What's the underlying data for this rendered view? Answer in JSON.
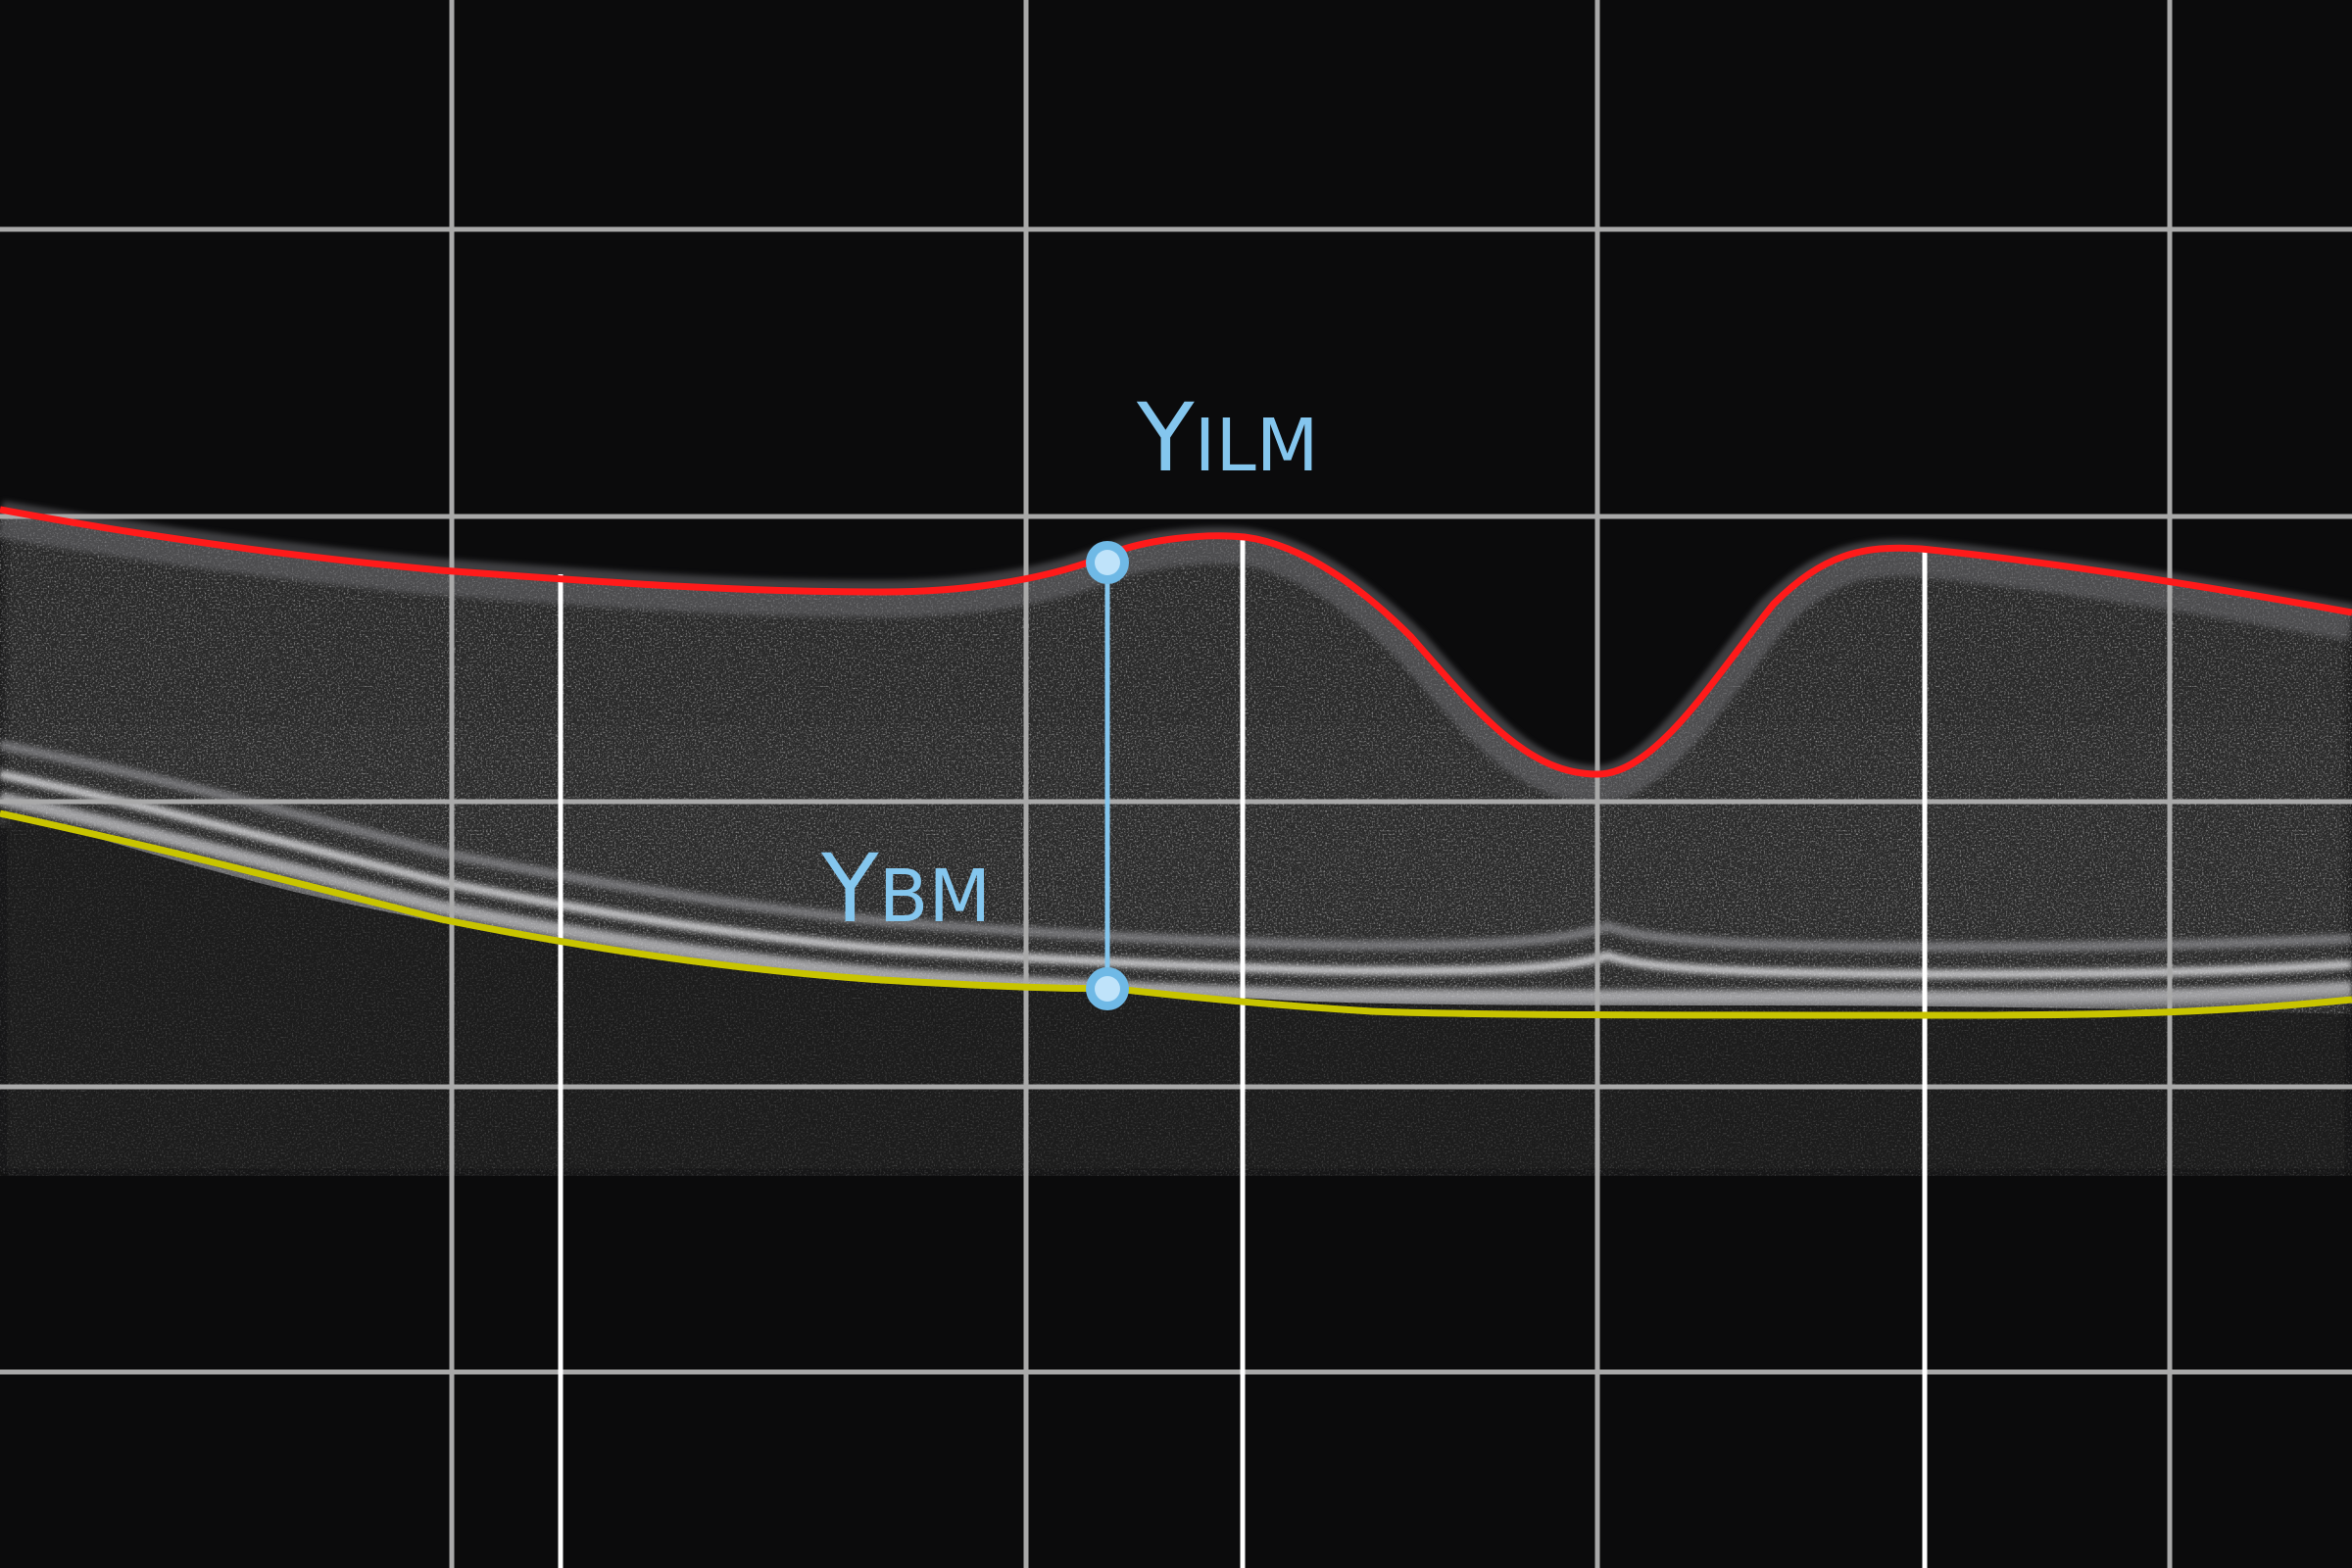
{
  "labels": {
    "ilm": {
      "letter": "Y",
      "subscript": "ILM"
    },
    "bm": {
      "letter": "Y",
      "subscript": "BM"
    }
  },
  "colors": {
    "background": "#0b0b0c",
    "grid_gray": "#a9a9a9",
    "grid_white": "#ffffff",
    "ilm_boundary": "#ff1a1a",
    "bm_boundary": "#c8c400",
    "measurement": "#84c6ee",
    "marker_fill": "#bfe3fa",
    "marker_stroke": "#6fb9e6"
  }
}
